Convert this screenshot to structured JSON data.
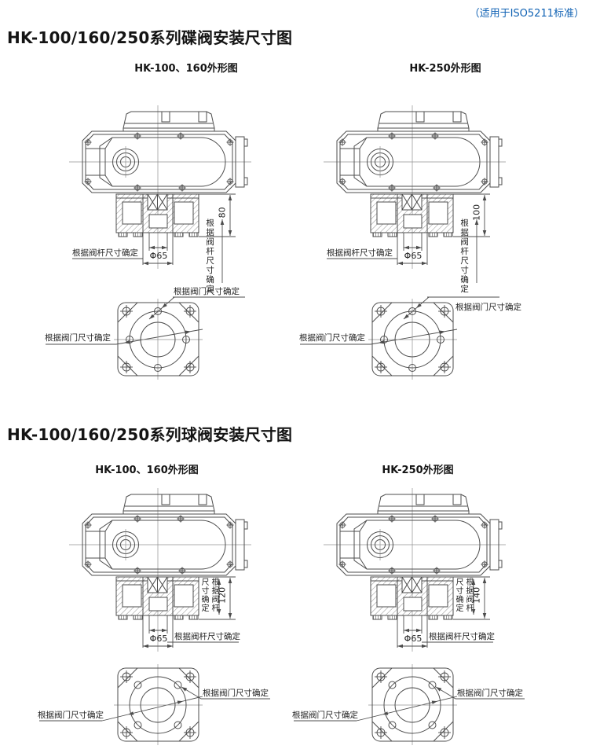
{
  "page": {
    "standard_note": "（适用于ISO5211标准）"
  },
  "colors": {
    "note_blue": "#1062b4",
    "line_gray": "#4d4d4d"
  },
  "sections": [
    {
      "id": "butterfly-valve",
      "title": "HK-100/160/250系列碟阀安装尺寸图",
      "subtitle_left": "HK-100、160外形图",
      "subtitle_right": "HK-250外形图",
      "drawings": [
        {
          "bracket_height": "80",
          "stem_diameter": "Φ65",
          "stem_label_left": "根据阀杆尺寸确定",
          "stem_label_vertical": "根据阀杆尺寸确定",
          "flange_label_top": "根据阀门尺寸确定",
          "flange_label_left": "根据阀门尺寸确定"
        },
        {
          "bracket_height": "100",
          "stem_diameter": "Φ65",
          "stem_label_left": "根据阀杆尺寸确定",
          "stem_label_vertical": "根据阀杆尺寸确定",
          "flange_label_top": "根据阀门尺寸确定",
          "flange_label_left": "根据阀门尺寸确定"
        }
      ]
    },
    {
      "id": "ball-valve",
      "title": "HK-100/160/250系列球阀安装尺寸图",
      "subtitle_left": "HK-100、160外形图",
      "subtitle_right": "HK-250外形图",
      "drawings": [
        {
          "bracket_height": "120",
          "stem_diameter": "Φ65",
          "stem_label_vertical": "根据阀杆尺寸确定",
          "stem_label_bottom": "根据阀杆尺寸确定",
          "flange_label_right": "根据阀门尺寸确定",
          "flange_label_left": "根据阀门尺寸确定"
        },
        {
          "bracket_height": "140",
          "stem_diameter": "Φ65",
          "stem_label_vertical": "根据阀杆尺寸确定",
          "stem_label_bottom": "根据阀杆尺寸确定",
          "flange_label_right": "根据阀门尺寸确定",
          "flange_label_left": "根据阀门尺寸确定"
        }
      ]
    }
  ]
}
